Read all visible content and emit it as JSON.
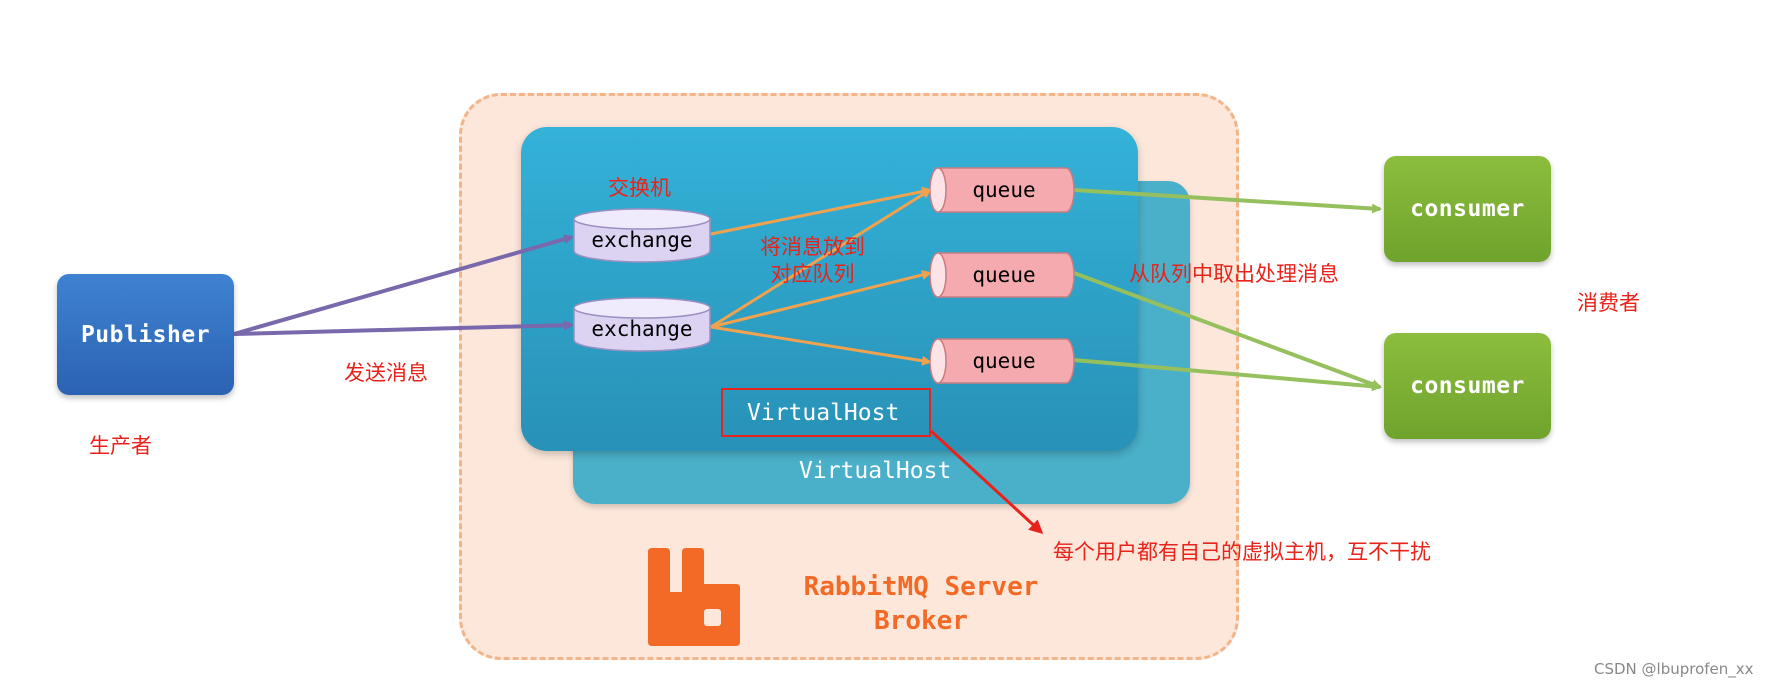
{
  "publisher": {
    "label": "Publisher",
    "caption": "生产者"
  },
  "send_label": "发送消息",
  "exchange_caption": "交换机",
  "exchanges": [
    {
      "label": "exchange"
    },
    {
      "label": "exchange"
    }
  ],
  "route_label_line1": "将消息放到",
  "route_label_line2": "对应队列",
  "queues": [
    {
      "label": "queue"
    },
    {
      "label": "queue"
    },
    {
      "label": "queue"
    }
  ],
  "consume_label": "从队列中取出处理消息",
  "consumers": [
    {
      "label": "consumer"
    },
    {
      "label": "consumer"
    }
  ],
  "consumer_caption": "消费者",
  "virtualhost_front": "VirtualHost",
  "virtualhost_back": "VirtualHost",
  "virtualhost_note": "每个用户都有自己的虚拟主机，互不干扰",
  "broker": {
    "line1": "RabbitMQ Server",
    "line2": "Broker"
  },
  "watermark": "CSDN @lbuprofen_xx",
  "colors": {
    "annotation": "#e8231b",
    "publish_arrow": "#7a68ad",
    "route_arrow": "#f0a24e",
    "consume_arrow": "#96bf5e",
    "rabbitmq_orange": "#f26a25"
  }
}
